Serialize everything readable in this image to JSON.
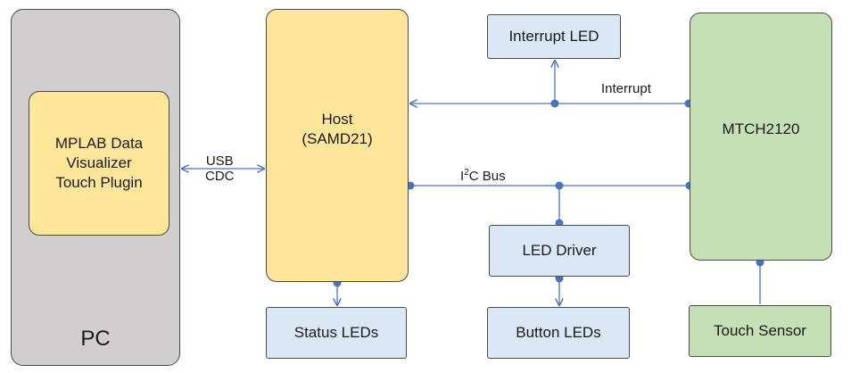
{
  "blocks": {
    "pc": "PC",
    "plugin": [
      "MPLAB Data",
      "Visualizer",
      "Touch Plugin"
    ],
    "host": [
      "Host",
      "(SAMD21)"
    ],
    "mtch": "MTCH2120",
    "interrupt_led": "Interrupt LED",
    "led_driver": "LED Driver",
    "status_leds": "Status LEDs",
    "button_leds": "Button LEDs",
    "touch_sensor": "Touch Sensor"
  },
  "links": {
    "usb_cdc": [
      "USB",
      "CDC"
    ],
    "interrupt": "Interrupt",
    "i2c_prefix": "I",
    "i2c_sup": "2",
    "i2c_suffix": "C Bus"
  },
  "colors": {
    "pc": "#d0cece",
    "yellow": "#ffe699",
    "green": "#c5e0b4",
    "blue": "#dae7f5",
    "connector": "#4a72c4"
  }
}
